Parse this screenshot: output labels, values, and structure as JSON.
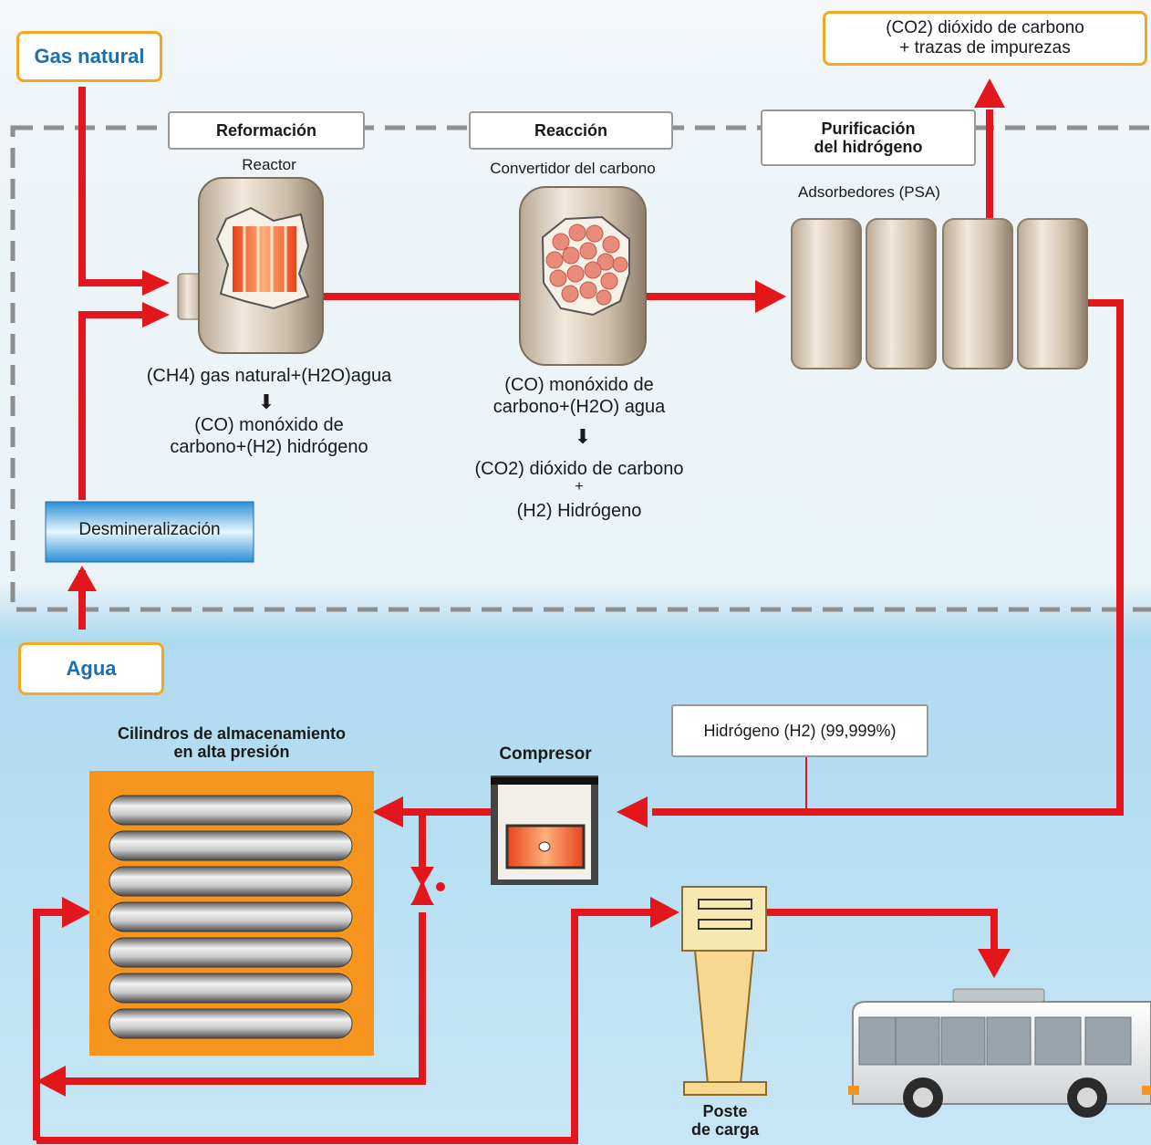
{
  "inputs": {
    "gas_natural": "Gas natural",
    "agua": "Agua"
  },
  "output_co2": {
    "line1": "(CO2) dióxido de carbono",
    "line2": "+ trazas de impurezas"
  },
  "stages": {
    "reformacion": {
      "title": "Reformación",
      "equipment": "Reactor",
      "reactants": "(CH4) gas natural+(H2O)agua",
      "arrow": "⬇",
      "products_line1": "(CO) monóxido de",
      "products_line2": "carbono+(H2) hidrógeno"
    },
    "reaccion": {
      "title": "Reacción",
      "equipment": "Convertidor del carbono",
      "reactants_line1": "(CO) monóxido de",
      "reactants_line2": "carbono+(H2O) agua",
      "arrow": "⬇",
      "products_line1": "(CO2) dióxido de carbono",
      "plus": "+",
      "products_line2": "(H2) Hidrógeno"
    },
    "purificacion": {
      "title_line1": "Purificación",
      "title_line2": "del hidrógeno",
      "equipment": "Adsorbedores (PSA)"
    }
  },
  "desmineralizacion": "Desmineralización",
  "hydrogen_label": "Hidrógeno (H2) (99,999%)",
  "compresor": "Compresor",
  "cilindros": {
    "line1": "Cilindros de almacenamiento",
    "line2": "en alta presión"
  },
  "poste": {
    "line1": "Poste",
    "line2": "de carga"
  },
  "colors": {
    "flow": "#e3161b",
    "input_border": "#f5a623",
    "input_text": "#1a6fb3",
    "storage_bg": "#f7941d"
  }
}
